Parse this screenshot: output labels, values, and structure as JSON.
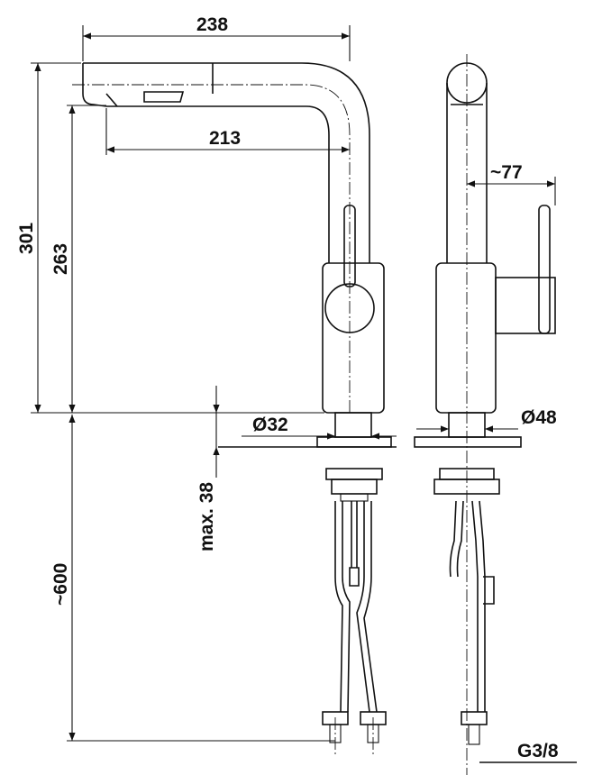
{
  "dimensions": {
    "overall_width": "238",
    "spout_reach": "213",
    "total_height": "301",
    "spout_height": "263",
    "hose_length": "~600",
    "max_counter_thickness": "max. 38",
    "base_diameter_front": "Ø32",
    "base_diameter_side": "Ø48",
    "handle_offset": "~77",
    "connection_thread": "G3/8"
  }
}
